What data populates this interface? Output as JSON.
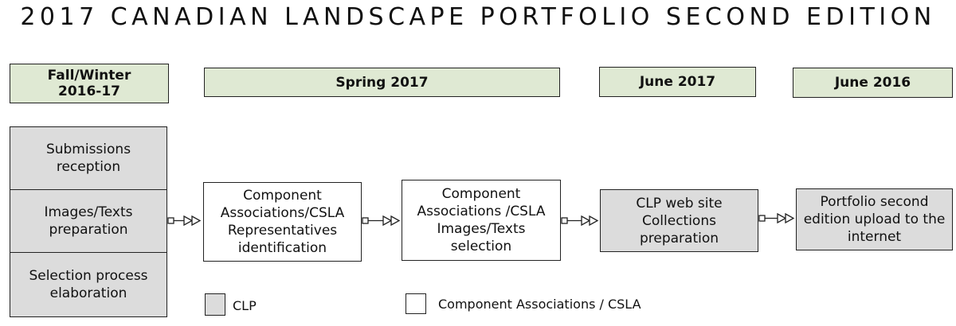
{
  "title": "2017 CANADIAN LANDSCAPE PORTFOLIO SECOND EDITION",
  "phases": [
    "Fall/Winter\n2016-17",
    "Spring 2017",
    "June 2017",
    "June 2016"
  ],
  "clp_stack": [
    "Submissions\nreception",
    "Images/Texts\npreparation",
    "Selection process\nelaboration"
  ],
  "steps": [
    "Component\nAssociations/CSLA\nRepresentatives\nidentification",
    "Component\nAssociations /CSLA\nImages/Texts\nselection",
    "CLP web site\nCollections\npreparation",
    "Portfolio second\nedition upload to the\ninternet"
  ],
  "legend": {
    "clp_label": "CLP",
    "csla_label": "Component Associations /  CSLA"
  },
  "colors": {
    "phase_fill": "#dfe9d3",
    "clp_fill": "#dcdcdc",
    "csla_fill": "#ffffff"
  }
}
